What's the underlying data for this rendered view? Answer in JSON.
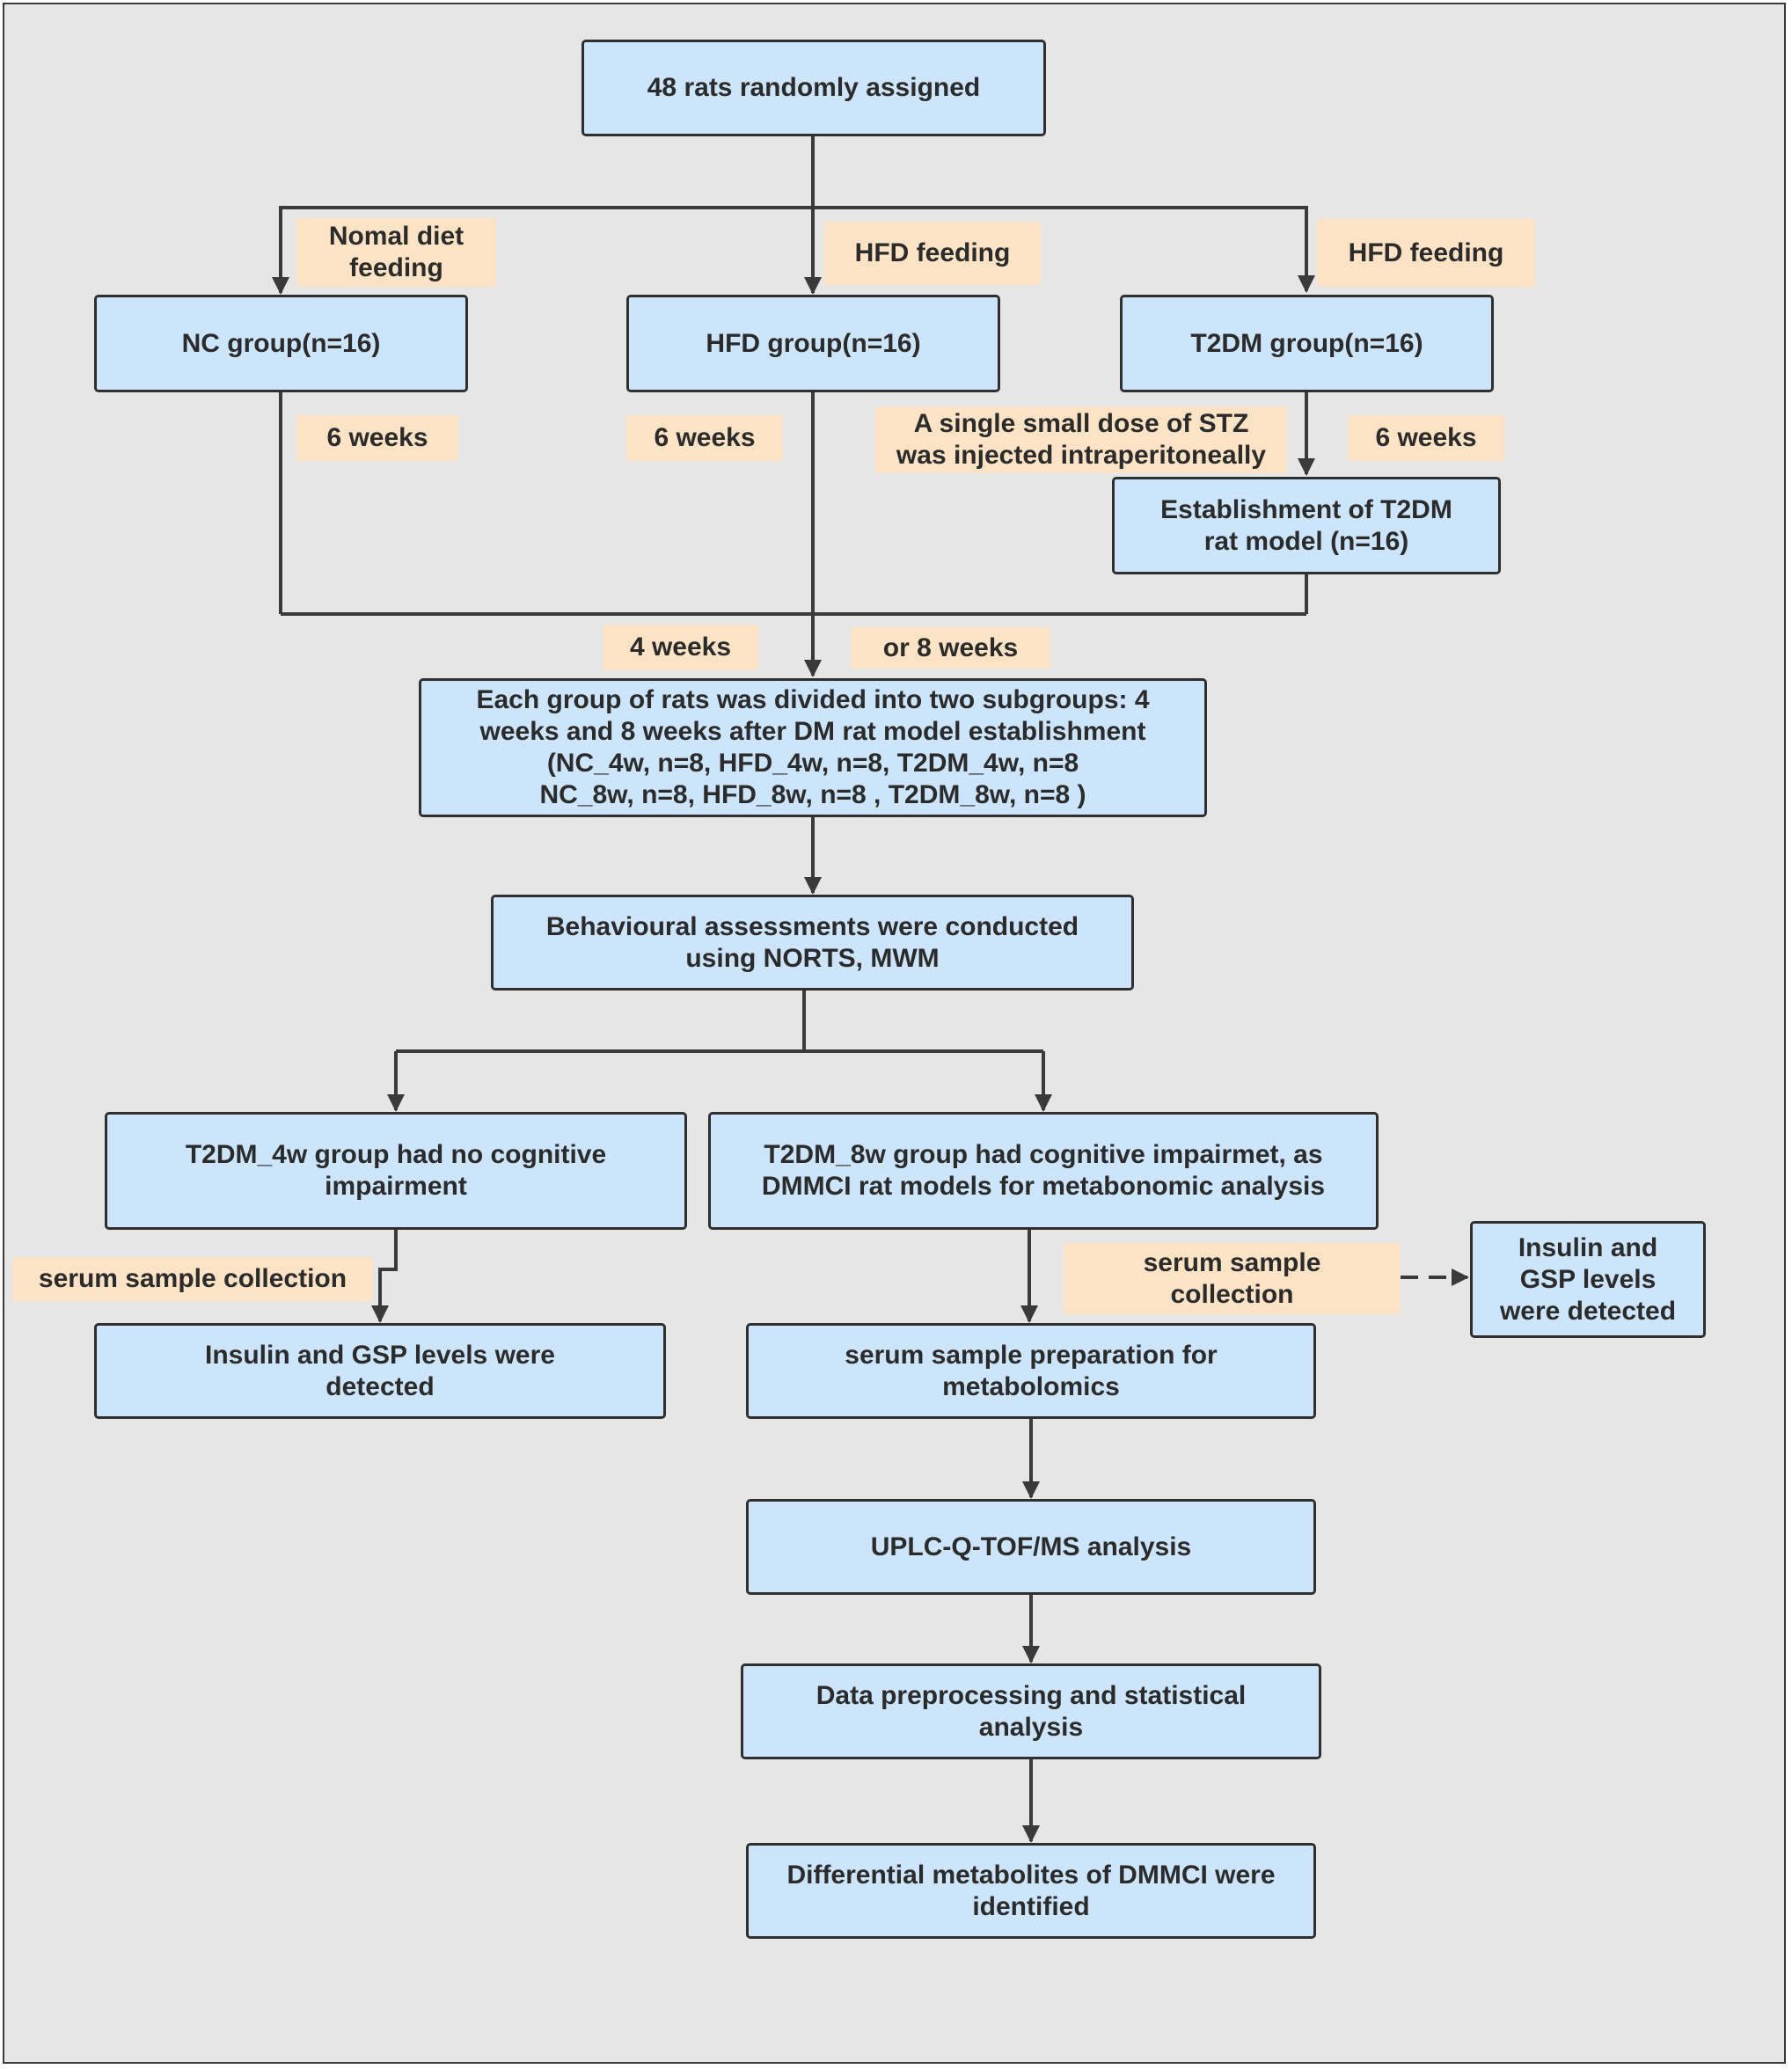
{
  "boxes": {
    "start": "48 rats randomly assigned",
    "nc_group": "NC group(n=16)",
    "hfd_group": "HFD group(n=16)",
    "t2dm_group": "T2DM group(n=16)",
    "t2dm_model": "Establishment of T2DM\nrat model (n=16)",
    "subgroups": "Each group of rats was divided into two subgroups: 4\nweeks and 8 weeks after DM rat model establishment\n(NC_4w, n=8, HFD_4w, n=8, T2DM_4w, n=8\nNC_8w, n=8, HFD_8w, n=8 , T2DM_8w, n=8 )",
    "behaviour": "Behavioural assessments were conducted\nusing NORTS, MWM",
    "t2dm_4w": "T2DM_4w group had no cognitive\nimpairment",
    "t2dm_8w": "T2DM_8w group had cognitive impairmet, as\nDMMCI rat models  for metabonomic analysis",
    "insulin_gsp_left": "Insulin and GSP levels were\ndetected",
    "serum_prep": "serum sample preparation for\nmetabolomics",
    "insulin_gsp_right": "Insulin and\nGSP levels\nwere detected",
    "uplc": "UPLC-Q-TOF/MS analysis",
    "data_proc": "Data preprocessing and statistical\nanalysis",
    "diff_metab": "Differential metabolites of DMMCI were\nidentified"
  },
  "labels": {
    "nomal_diet": "Nomal diet\nfeeding",
    "hfd_feeding_1": "HFD feeding",
    "hfd_feeding_2": "HFD feeding",
    "nc_6w": "6 weeks",
    "hfd_6w": "6 weeks",
    "stz": "A single small dose of STZ\nwas injected intraperitoneally",
    "t2dm_6w": "6 weeks",
    "w4": "4 weeks",
    "w8": "or 8 weeks",
    "serum_left": "serum sample collection",
    "serum_right": "serum sample\ncollection"
  },
  "colors": {
    "box_fill": "#cce5fb",
    "box_border": "#2f2f2f",
    "label_fill": "#fde3c6",
    "background": "#e6e6e6",
    "line": "#3a3a3a"
  }
}
